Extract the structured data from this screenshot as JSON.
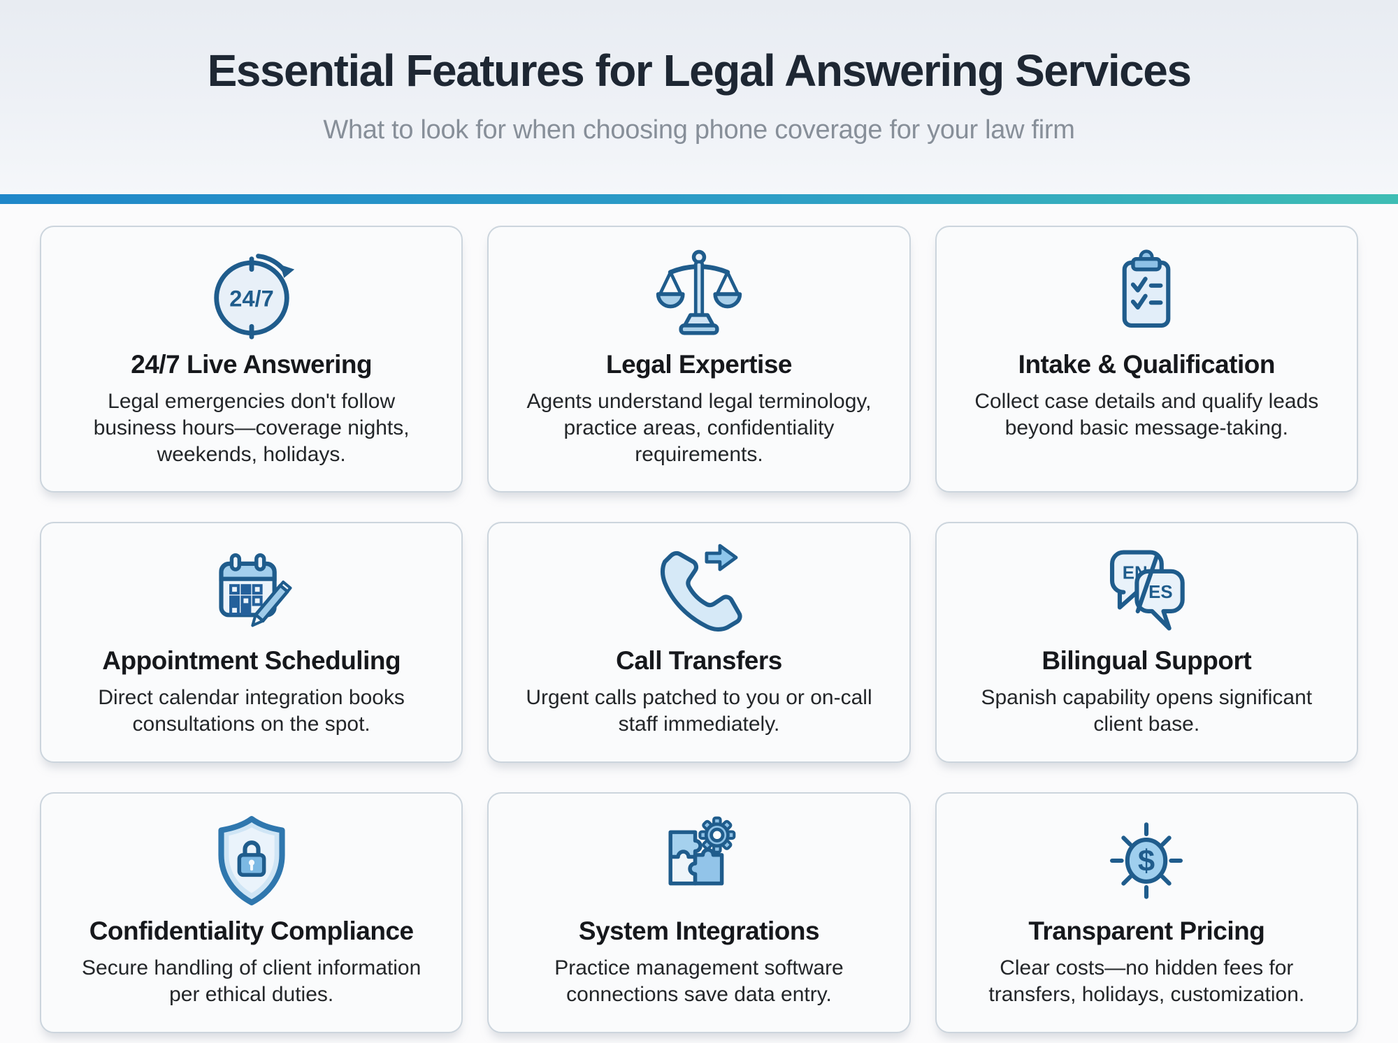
{
  "header": {
    "title": "Essential Features for Legal Answering Services",
    "subtitle": "What to look for when choosing phone coverage for your law firm"
  },
  "divider_colors": {
    "start": "#1f87c9",
    "end": "#3ebdb4"
  },
  "icon_palette": {
    "stroke": "#1f5c8c",
    "fill_light": "#ddebf7",
    "fill_medium": "#8ec1e6"
  },
  "icon_text": {
    "clock": "24/7",
    "language_primary": "EN",
    "language_secondary": "ES",
    "currency": "$"
  },
  "cards": [
    {
      "icon": "clock-247-icon",
      "title": "24/7 Live Answering",
      "description": "Legal emergencies don't follow business hours—coverage nights, weekends, holidays."
    },
    {
      "icon": "scales-of-justice-icon",
      "title": "Legal Expertise",
      "description": "Agents understand legal terminology, practice areas, confidentiality requirements."
    },
    {
      "icon": "clipboard-checklist-icon",
      "title": "Intake & Qualification",
      "description": "Collect case details and qualify leads beyond basic message-taking."
    },
    {
      "icon": "calendar-pencil-icon",
      "title": "Appointment Scheduling",
      "description": "Direct calendar integration books consultations on the spot."
    },
    {
      "icon": "phone-transfer-icon",
      "title": "Call Transfers",
      "description": "Urgent calls patched to you or on-call staff immediately."
    },
    {
      "icon": "bilingual-en-es-icon",
      "title": "Bilingual Support",
      "description": "Spanish capability opens significant client base."
    },
    {
      "icon": "shield-lock-icon",
      "title": "Confidentiality Compliance",
      "description": "Secure handling of client information per ethical duties."
    },
    {
      "icon": "puzzle-gear-icon",
      "title": "System Integrations",
      "description": "Practice management software connections save data entry."
    },
    {
      "icon": "dollar-pricing-icon",
      "title": "Transparent Pricing",
      "description": "Clear costs—no hidden fees for transfers, holidays, customization."
    }
  ]
}
